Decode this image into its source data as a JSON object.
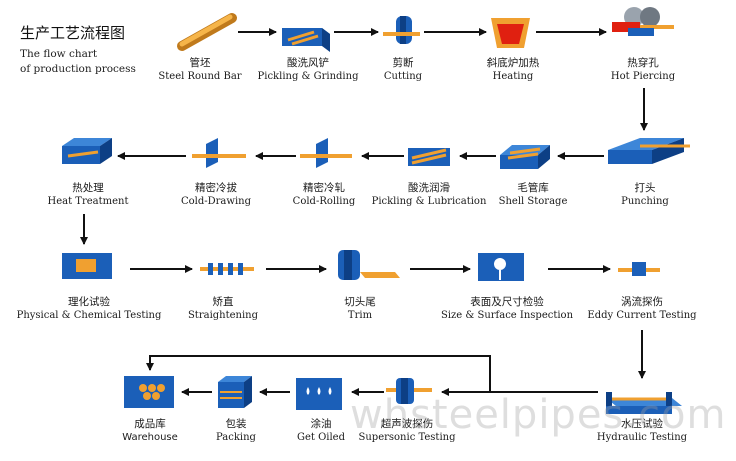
{
  "title": {
    "cn": "生产工艺流程图",
    "en_line1": "The flow chart",
    "en_line2": "of production process"
  },
  "steps": [
    {
      "id": "steel-round-bar",
      "cn": "管坯",
      "en": "Steel Round Bar"
    },
    {
      "id": "pickling-grinding",
      "cn": "酸洗风铲",
      "en": "Pickling & Grinding"
    },
    {
      "id": "cutting",
      "cn": "剪断",
      "en": "Cutting"
    },
    {
      "id": "heating",
      "cn": "斜底炉加热",
      "en": "Heating"
    },
    {
      "id": "hot-piercing",
      "cn": "热穿孔",
      "en": "Hot Piercing"
    },
    {
      "id": "punching",
      "cn": "打头",
      "en": "Punching"
    },
    {
      "id": "shell-storage",
      "cn": "毛管库",
      "en": "Shell Storage"
    },
    {
      "id": "pickling-lubrication",
      "cn": "酸洗润滑",
      "en": "Pickling & Lubrication"
    },
    {
      "id": "cold-rolling",
      "cn": "精密冷轧",
      "en": "Cold-Rolling"
    },
    {
      "id": "cold-drawing",
      "cn": "精密冷拔",
      "en": "Cold-Drawing"
    },
    {
      "id": "heat-treatment",
      "cn": "热处理",
      "en": "Heat Treatment"
    },
    {
      "id": "physical-chemical-testing",
      "cn": "理化试验",
      "en": "Physical & Chemical Testing"
    },
    {
      "id": "straightening",
      "cn": "矫直",
      "en": "Straightening"
    },
    {
      "id": "trim",
      "cn": "切头尾",
      "en": "Trim"
    },
    {
      "id": "size-surface-inspection",
      "cn": "表面及尺寸检验",
      "en": "Size & Surface Inspection"
    },
    {
      "id": "eddy-current-testing",
      "cn": "涡流探伤",
      "en": "Eddy Current Testing"
    },
    {
      "id": "hydraulic-testing",
      "cn": "水压试验",
      "en": "Hydraulic Testing"
    },
    {
      "id": "supersonic-testing",
      "cn": "超声波探伤",
      "en": "Supersonic Testing"
    },
    {
      "id": "get-oiled",
      "cn": "涂油",
      "en": "Get Oiled"
    },
    {
      "id": "packing",
      "cn": "包装",
      "en": "Packing"
    },
    {
      "id": "warehouse",
      "cn": "成品库",
      "en": "Warehouse"
    }
  ],
  "watermark": "whsteelpipes.com",
  "colors": {
    "pipe": "#f0a030",
    "machine": "#1b5fb8",
    "machine_dark": "#0d3f85",
    "heat": "#e02010",
    "arrow": "#111111"
  }
}
